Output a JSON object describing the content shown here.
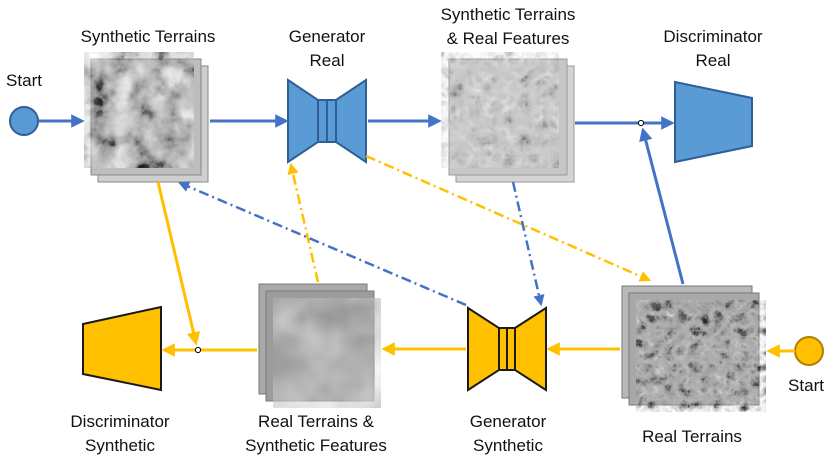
{
  "colors": {
    "blue": "#5b9bd5",
    "blue_stroke": "#2f5f96",
    "yellow": "#ffc000",
    "yellow_stroke": "#b07f00",
    "arrow_blue": "#4472c4",
    "arrow_yellow": "#ffc000"
  },
  "labels": {
    "start_top": "Start",
    "start_bottom": "Start",
    "syn_terrains_title": "Synthetic Terrains",
    "gen_real_line1": "Generator",
    "gen_real_line2": "Real",
    "syn_real_feat_line1": "Synthetic Terrains",
    "syn_real_feat_line2": "& Real Features",
    "disc_real_line1": "Discriminator",
    "disc_real_line2": "Real",
    "disc_syn_line1": "Discriminator",
    "disc_syn_line2": "Synthetic",
    "real_syn_feat_line1": "Real Terrains &",
    "real_syn_feat_line2": "Synthetic Features",
    "gen_syn_line1": "Generator",
    "gen_syn_line2": "Synthetic",
    "real_terrains_title": "Real Terrains"
  },
  "icons": {
    "terrain_noise": "noise-texture",
    "terrain_rivers": "river-network-texture",
    "terrain_smooth": "smooth-cloud-texture",
    "terrain_real": "real-dem-texture"
  }
}
